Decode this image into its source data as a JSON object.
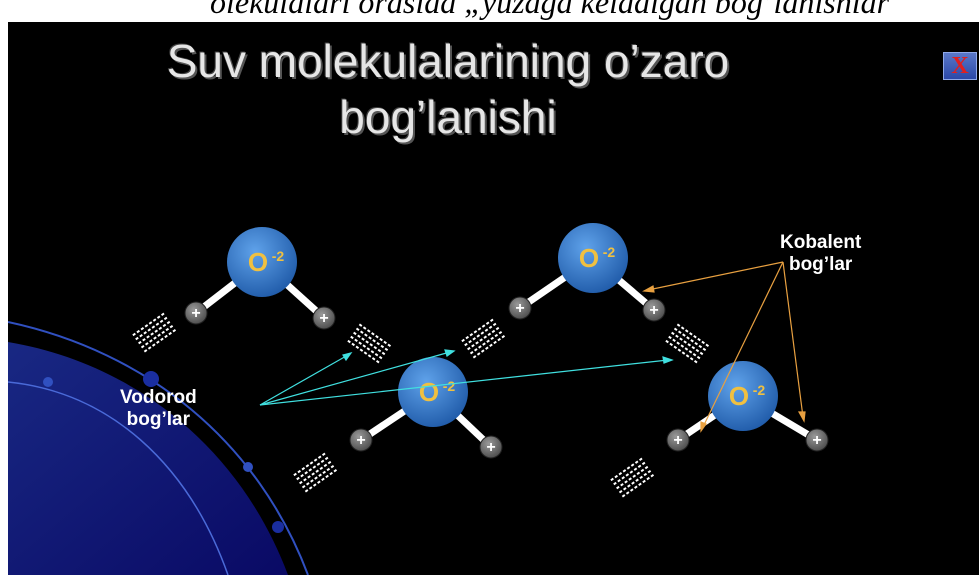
{
  "top_strip_text": "olekulalari orasida „yuzaga keladigan bog’lanishlar",
  "title_line1": "Suv molekulalarining o’zaro",
  "title_line2": "bog’lanishi",
  "close_label": "X",
  "oxygen_label": "O",
  "oxygen_charge": "-2",
  "hydrogen_label": "+",
  "label_hydrogen_line1": "Vodorod",
  "label_hydrogen_line2": "bog’lar",
  "label_covalent_line1": "Kobalent",
  "label_covalent_line2": "bog’lar",
  "colors": {
    "oxygen": "#2f74c8",
    "oxygen_label": "#f0c040",
    "hydrogen_arrow": "#40e0e0",
    "covalent_arrow": "#e8a040",
    "background": "#000000"
  }
}
